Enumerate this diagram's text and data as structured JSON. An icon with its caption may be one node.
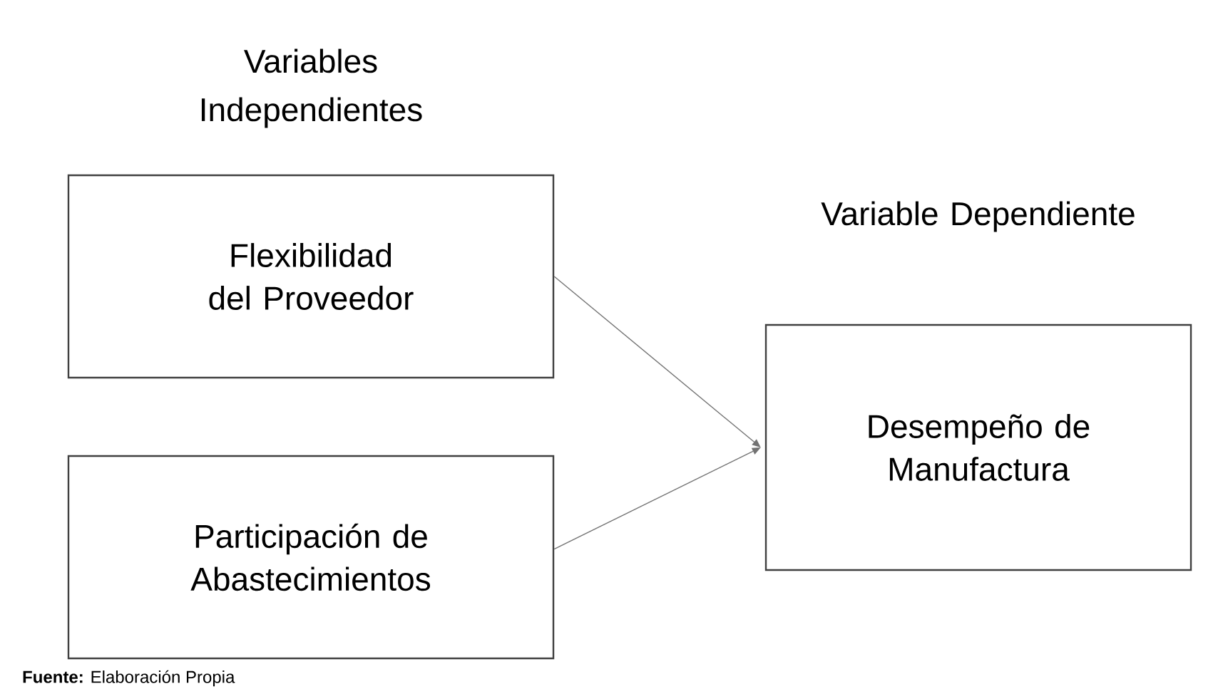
{
  "diagram": {
    "caption": "**Fuente:** Elaboración Propia",
    "nodes": [
      {
        "text": [
          "Variables Independientes",
          "Flexibilidad del Proveedor"
        ]
      },
      {
        "text": [
          "Participación de Abastecimientos"
        ]
      },
      {
        "text": [
          "Variable Dependiente",
          "Desempeño de Manufactura"
        ]
      }
    ],
    "edges": [
      {
        "from": 0,
        "to": 2,
        "arrow": "to"
      },
      {
        "from": 1,
        "to": 2,
        "arrow": "to"
      }
    ]
  }
}
